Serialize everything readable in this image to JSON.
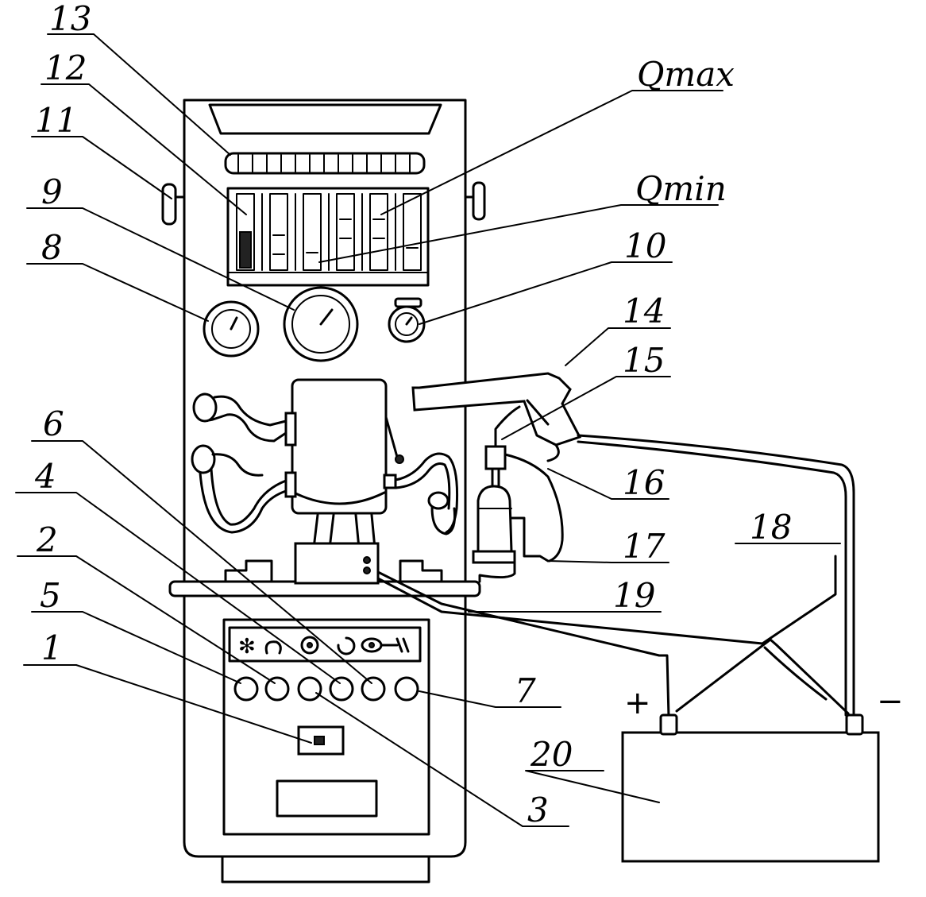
{
  "labels": {
    "n1": "1",
    "n2": "2",
    "n3": "3",
    "n4": "4",
    "n5": "5",
    "n6": "6",
    "n7": "7",
    "n8": "8",
    "n9": "9",
    "n10": "10",
    "n11": "11",
    "n12": "12",
    "n13": "13",
    "n14": "14",
    "n15": "15",
    "n16": "16",
    "n17": "17",
    "n18": "18",
    "n19": "19",
    "n20": "20",
    "qmax": "Qmax",
    "qmin": "Qmin"
  },
  "signs": {
    "plus": "+",
    "minus": "−"
  },
  "colors": {
    "ink": "#000000",
    "paper": "#ffffff"
  }
}
